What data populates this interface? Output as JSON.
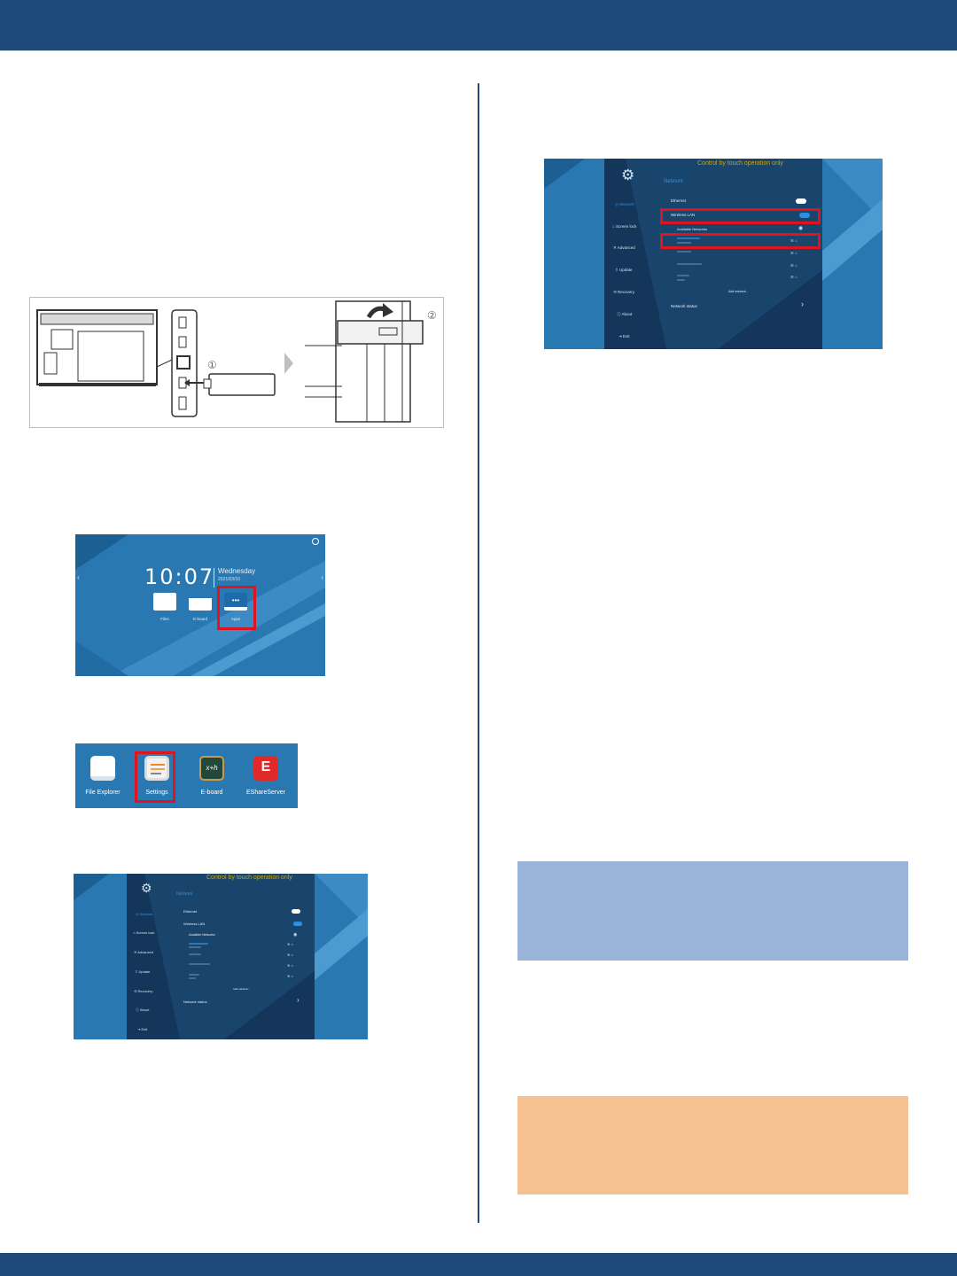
{
  "colors": {
    "header_band": "#1f4a7c",
    "screen_blue": "#2a78b2",
    "panel_navy": "#14365a",
    "highlight_red": "#e0141e",
    "note_blue": "#99b4d8",
    "note_orange": "#f7c291"
  },
  "figure_hardware": {
    "step_1": "①",
    "step_2": "②"
  },
  "home_screen": {
    "time": "10:07",
    "weekday": "Wednesday",
    "date": "2021/03/10",
    "apps": [
      {
        "label": "Files",
        "icon": "file-explorer-icon"
      },
      {
        "label": "E-board",
        "icon": "whiteboard-icon"
      },
      {
        "label": "Apps",
        "icon": "apps-icon"
      }
    ]
  },
  "apps_screen": {
    "apps": [
      {
        "label": "File Explorer",
        "icon": "file-explorer-icon"
      },
      {
        "label": "Settings",
        "icon": "settings-icon"
      },
      {
        "label": "E-board",
        "icon": "whiteboard-icon"
      },
      {
        "label": "EShareServer",
        "icon": "eshare-icon"
      }
    ]
  },
  "settings_screen": {
    "notice": "Control by touch operation only",
    "section_title": "Network",
    "sidebar": [
      "Network",
      "Screen lock",
      "Advanced",
      "Update",
      "Recovery",
      "About",
      "Exit"
    ],
    "rows": {
      "ethernet": "Ethernet",
      "wireless": "Wireless LAN",
      "available": "Available Networks",
      "add_network": "Add network...",
      "network_status": "Network status"
    }
  }
}
